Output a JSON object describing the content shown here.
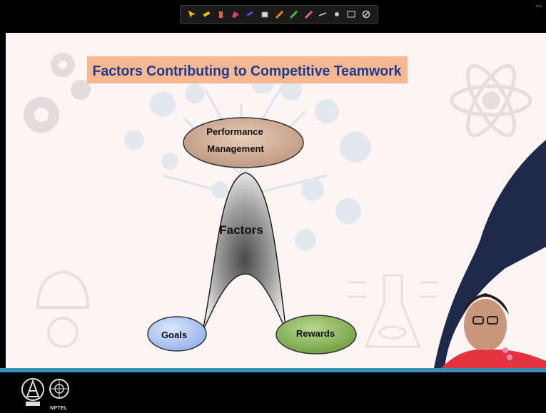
{
  "toolbar": {
    "tools": [
      "pointer-tool",
      "pen-tool",
      "highlighter-tool",
      "marker-tool",
      "pen-tool-2",
      "eraser-tool",
      "text-tool",
      "pencil-tool",
      "green-pen-tool",
      "pink-pen-tool",
      "line-tool",
      "laser-tool",
      "screen-tool",
      "clear-tool"
    ]
  },
  "slide": {
    "title": "Factors Contributing to Competitive Teamwork",
    "center_label": "Factors",
    "top_node": {
      "line1": "Performance",
      "line2": "Management"
    },
    "left_node": "Goals",
    "right_node": "Rewards"
  },
  "footer": {
    "nptel_label": "NPTEL"
  },
  "colors": {
    "title_bg": "#f7b891",
    "title_text": "#1a3d8f",
    "slide_bg": "#fdf3f3",
    "wave": "#1f2a4a",
    "band": "#3a8fb7",
    "goals_fill": "#aec4ef",
    "rewards_fill": "#8cb85a",
    "perf_fill": "#c9a287"
  }
}
